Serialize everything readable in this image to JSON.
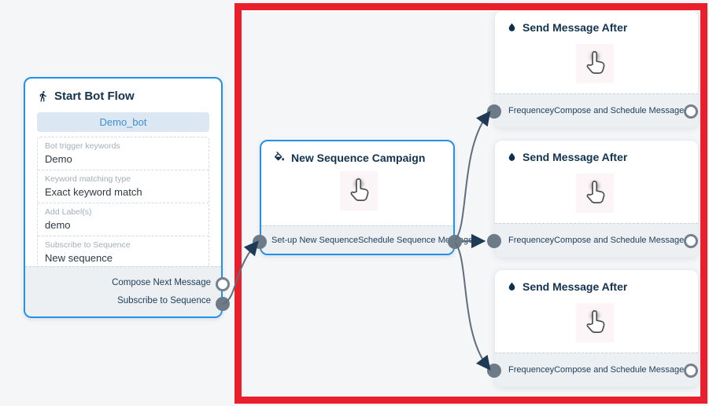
{
  "colors": {
    "canvas_bg": "#f5f6f8",
    "node_border_blue": "#2191e9",
    "annotation_red": "#e9202b",
    "connector_gray": "#5f6e7e",
    "arrow_navy": "#1e3a55",
    "footer_bg": "#edf0f3",
    "header_text": "#12334f"
  },
  "icons": {
    "start": "walking-person-icon",
    "sequence": "paint-bucket-icon",
    "send": "water-drop-icon",
    "body": "tap-cursor-icon"
  },
  "start_node": {
    "title": "Start Bot Flow",
    "bot_name_button": "Demo_bot",
    "fields": [
      {
        "label": "Bot trigger keywords",
        "value": "Demo"
      },
      {
        "label": "Keyword matching type",
        "value": "Exact keyword match"
      },
      {
        "label": "Add Label(s)",
        "value": "demo"
      },
      {
        "label": "Subscribe to Sequence",
        "value": "New sequence"
      }
    ],
    "outputs": [
      "Compose Next Message",
      "Subscribe to Sequence"
    ]
  },
  "sequence_node": {
    "title": "New Sequence Campaign",
    "output_left": "Set-up New Sequence",
    "output_right": "Schedule Sequence Message"
  },
  "send_node": {
    "title": "Send Message After",
    "output_left": "Frequencey",
    "output_right": "Compose and Schedule Message"
  }
}
